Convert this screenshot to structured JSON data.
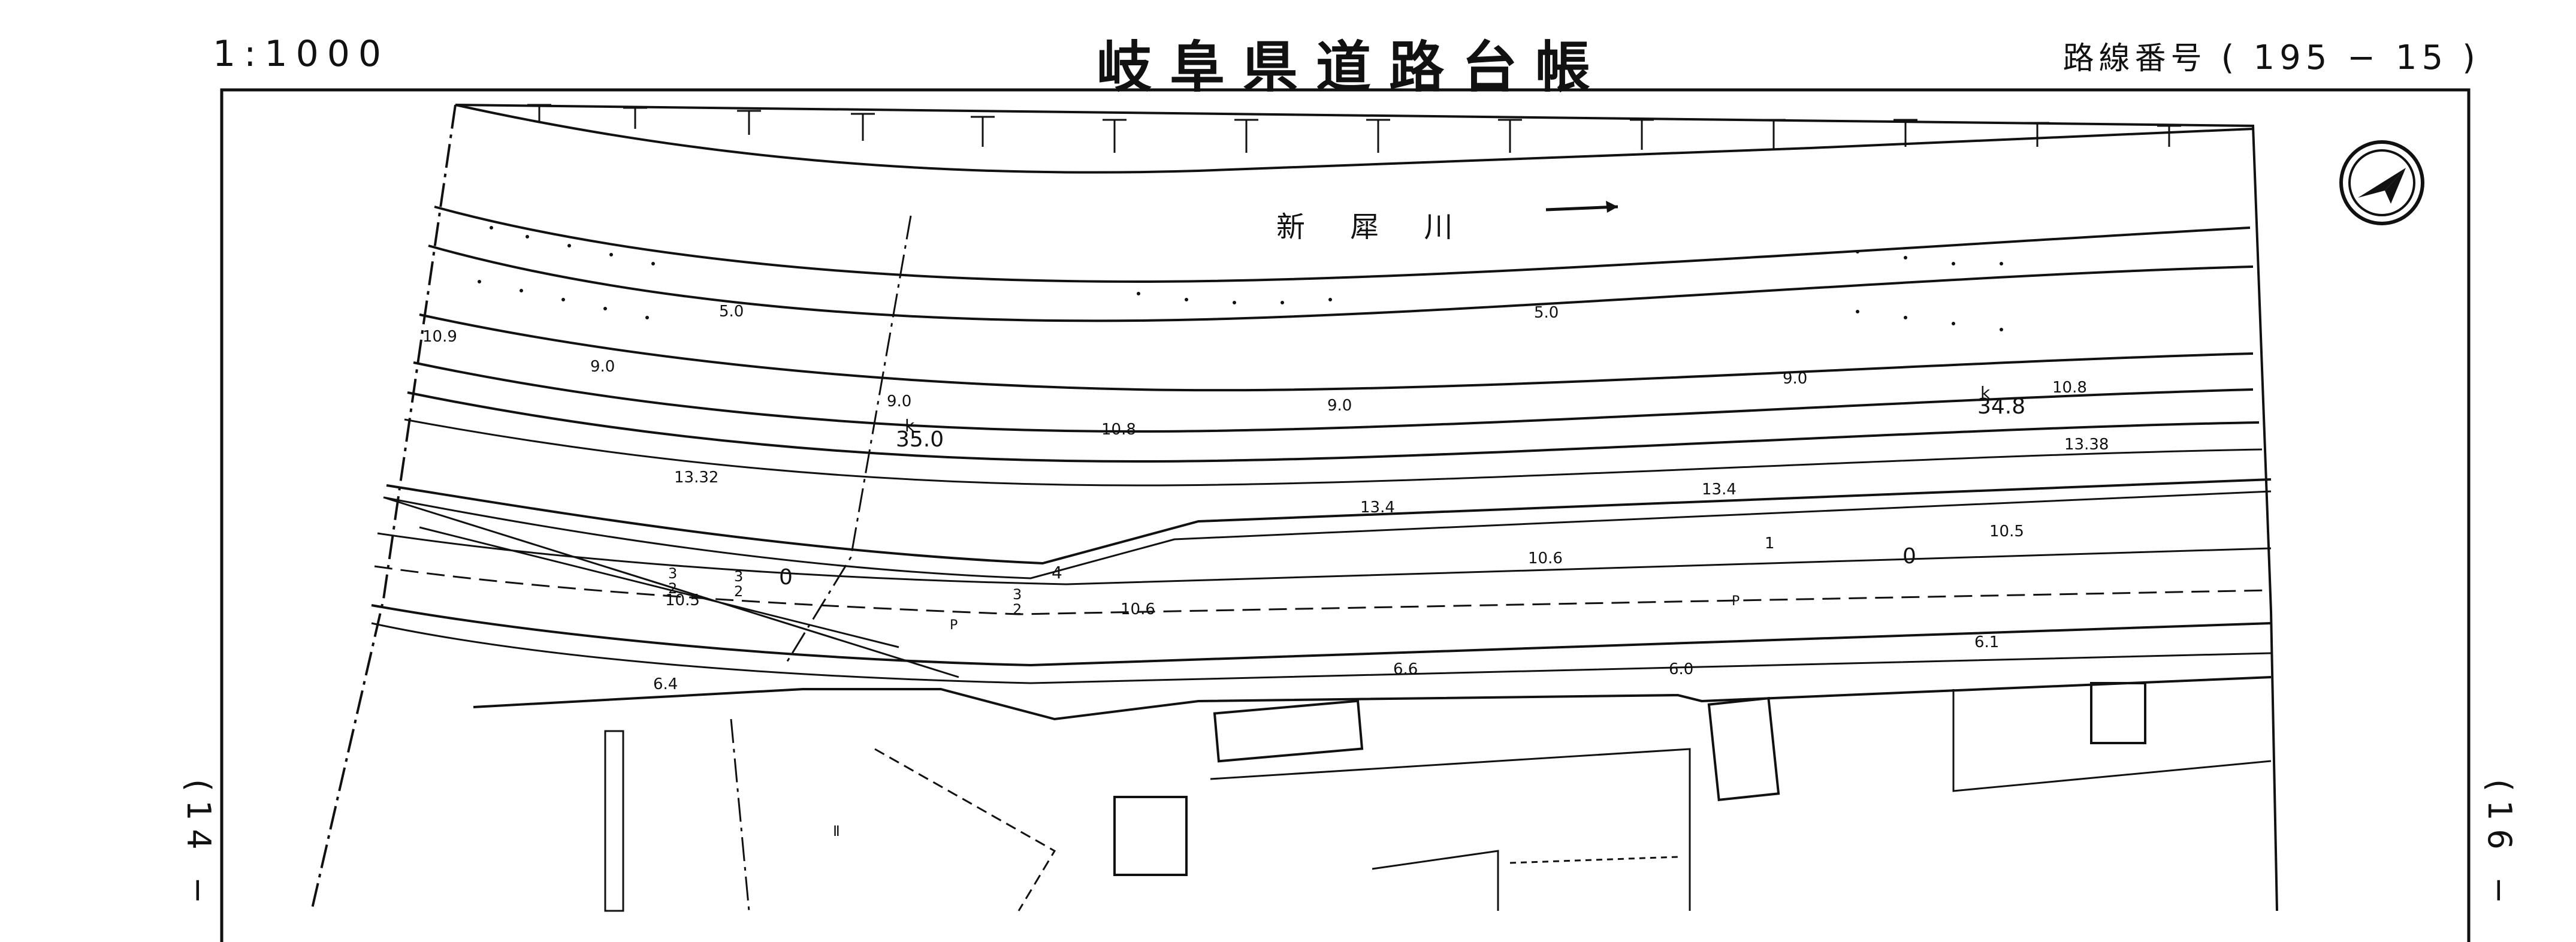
{
  "header": {
    "scale": "1:1000",
    "title": "岐阜県道路台帳",
    "route_label": "路線番号",
    "route_open": "(",
    "route_number": "195 − 15",
    "route_close": ")"
  },
  "sheet_refs": {
    "left": "(14 −",
    "right": "(16 −"
  },
  "map": {
    "river_name": "新 犀 川",
    "km_post_left": "35.0",
    "km_post_right": "34.8",
    "km_marker": "k",
    "spot_heights": [
      "10.9",
      "9.0",
      "5.0",
      "9.0",
      "10.8",
      "9.0",
      "5.0",
      "9.0",
      "10.8",
      "13.32",
      "13.38",
      "13.4",
      "13.4",
      "10.5",
      "10.6",
      "10.5",
      "10.6",
      "6.6",
      "6.0",
      "6.1",
      "6.4"
    ],
    "lane_marks": [
      "3",
      "2",
      "3",
      "2",
      "2",
      "3",
      "4",
      "0",
      "0"
    ],
    "misc_marks": [
      "P",
      "P",
      "1",
      "Ⅱ"
    ]
  },
  "icons": {
    "north_arrow": "compass-needle-icon"
  }
}
